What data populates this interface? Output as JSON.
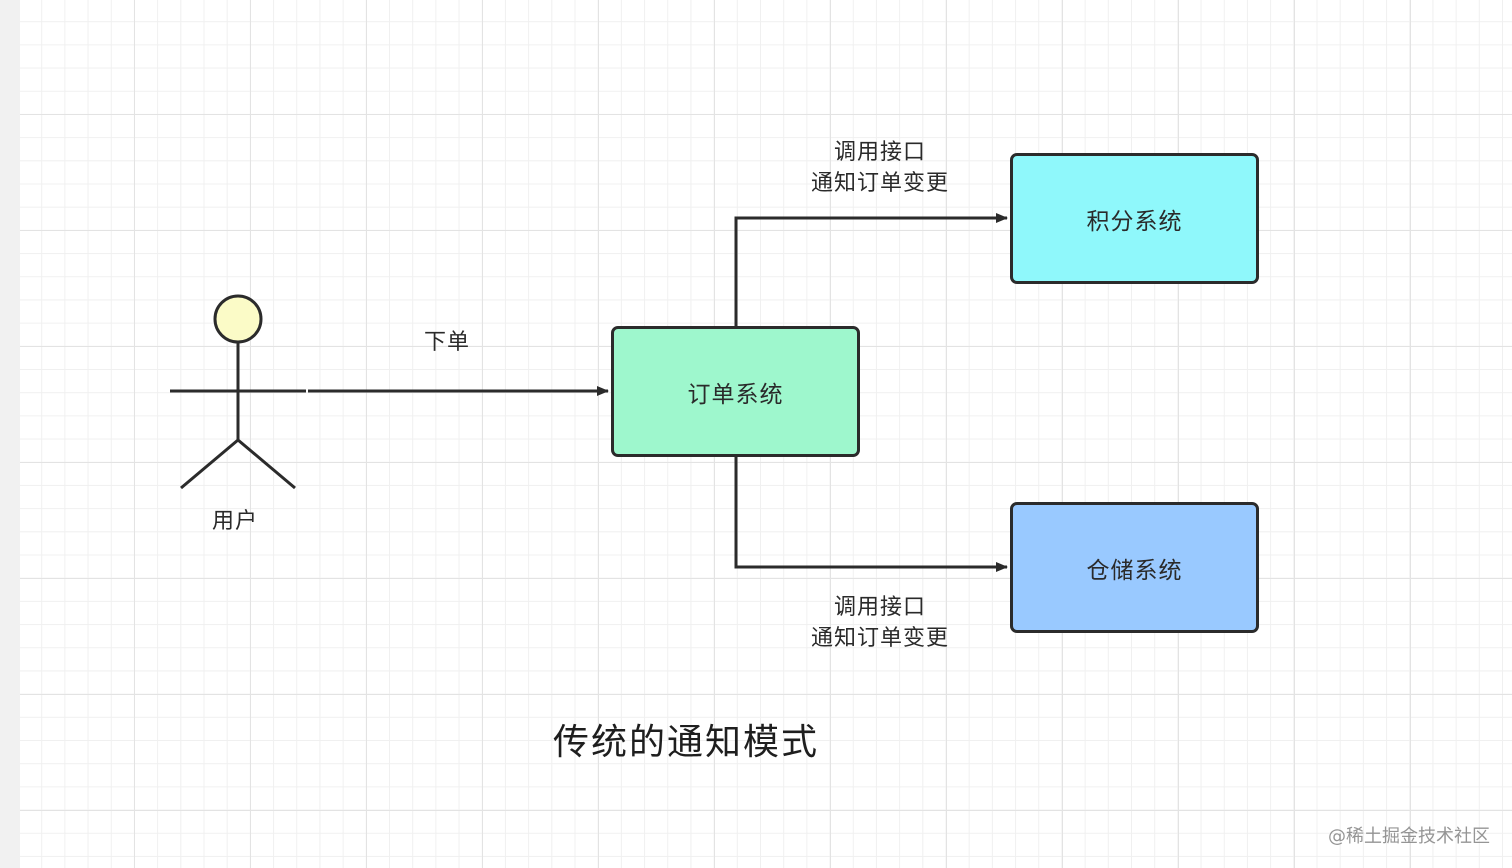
{
  "actor": {
    "label": "用户"
  },
  "nodes": {
    "order": {
      "label": "订单系统",
      "color": "#9ef7cd"
    },
    "points": {
      "label": "积分系统",
      "color": "#8ff8fb"
    },
    "storage": {
      "label": "仓储系统",
      "color": "#99c9ff"
    }
  },
  "edges": {
    "place_order": {
      "label": "下单"
    },
    "to_points": {
      "line1": "调用接口",
      "line2": "通知订单变更"
    },
    "to_storage": {
      "line1": "调用接口",
      "line2": "通知订单变更"
    }
  },
  "title": "传统的通知模式",
  "watermark": "@稀土掘金技术社区"
}
